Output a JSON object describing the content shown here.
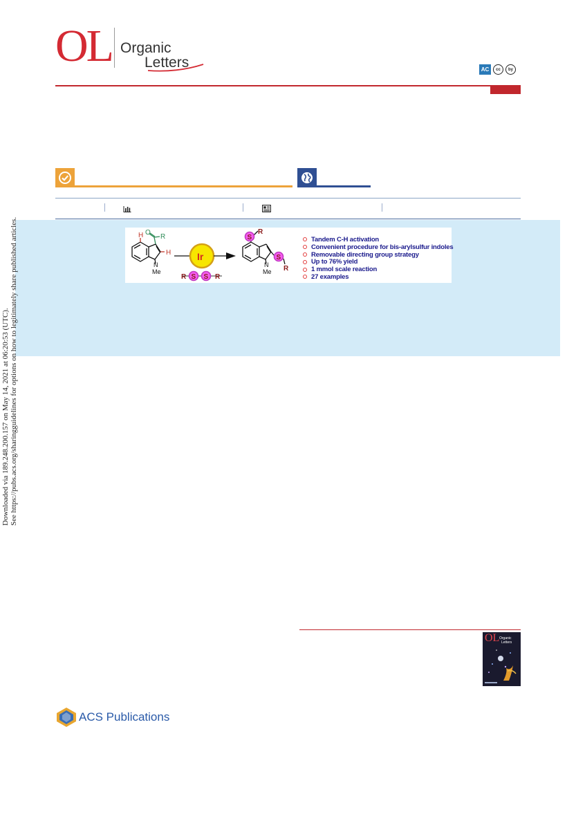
{
  "journal": {
    "logo_letters": "OL",
    "name_line1": "Organic",
    "name_line2": "Letters",
    "license_badges": [
      "AC",
      "cc",
      "by"
    ]
  },
  "icons": {
    "access": "check-circle-icon",
    "open_access": "globe-icon",
    "metrics": "bar-chart-icon",
    "recommended": "article-icon"
  },
  "colors": {
    "journal_red": "#c1272d",
    "access_orange": "#eda33a",
    "open_access_blue": "#2f4f93",
    "toc_background": "#d3ebf8"
  },
  "toc_graphic": {
    "catalyst": "Ir",
    "reagent": [
      "R",
      "S",
      "S",
      "R"
    ],
    "reactant_labels": {
      "h4": "H",
      "h2": "H",
      "carbonyl_o": "O",
      "carbonyl_r": "R",
      "n": "N",
      "me": "Me"
    },
    "product_labels": {
      "s4": "S",
      "r4": "R",
      "s2": "S",
      "r2": "R",
      "n": "N",
      "me": "Me"
    },
    "bullets": [
      "Tandem C-H activation",
      "Convenient procedure for bis-arylsulfur indoles",
      "Removable directing group strategy",
      "Up to 76% yield",
      "1 mmol scale reaction",
      "27 examples"
    ]
  },
  "side_note": {
    "line1": "Downloaded via 189.248.200.157 on May 14, 2021 at 06:20:53 (UTC).",
    "line2": "See https://pubs.acs.org/sharingguidelines for options on how to legitimately share published articles."
  },
  "publisher": {
    "name": "ACS Publications"
  },
  "cover": {
    "logo_letters": "OL",
    "title_line1": "Organic",
    "title_line2": "Letters"
  }
}
